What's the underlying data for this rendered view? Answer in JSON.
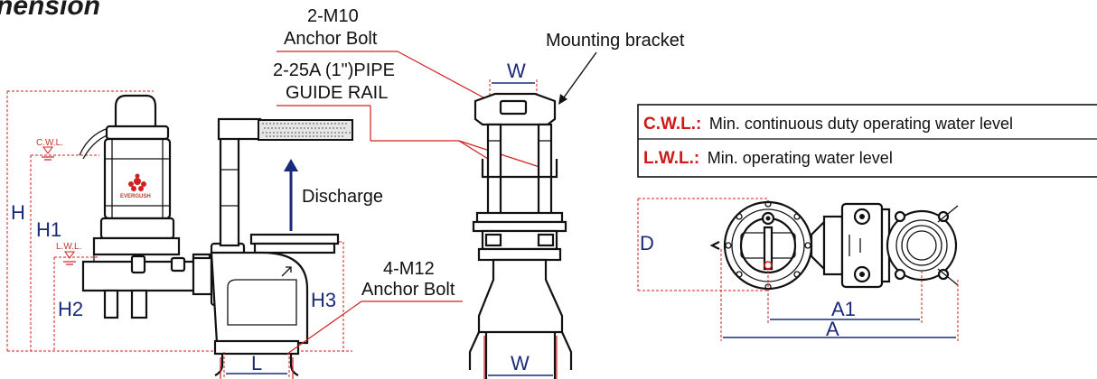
{
  "header": {
    "title": "Dimension",
    "visible_fragment": "nension"
  },
  "side_view": {
    "h": "H",
    "h1": "H1",
    "h2": "H2",
    "h3": "H3",
    "l": "L",
    "cwl": "C.W.L.",
    "lwl": "L.W.L.",
    "discharge": "Discharge",
    "anchor_bottom_1": "4-M12",
    "anchor_bottom_2": "Anchor Bolt",
    "brand": "EVERGUSH"
  },
  "front_view": {
    "anchor_top_1": "2-M10",
    "anchor_top_2": "Anchor Bolt",
    "guide_rail_1": "2-25A (1\")PIPE",
    "guide_rail_2": "GUIDE RAIL",
    "mounting_bracket": "Mounting bracket",
    "w_top": "W",
    "w_bottom": "W"
  },
  "legend": {
    "cwl_key": "C.W.L.:",
    "cwl_desc": "Min. continuous duty operating water level",
    "lwl_key": "L.W.L.:",
    "lwl_desc": "Min. operating water level"
  },
  "plan_view": {
    "d": "D",
    "a1": "A1",
    "a": "A"
  },
  "colors": {
    "dimension_red": "#d02020",
    "dimension_blue": "#1a2a7a",
    "legend_key_red": "#d01818"
  }
}
